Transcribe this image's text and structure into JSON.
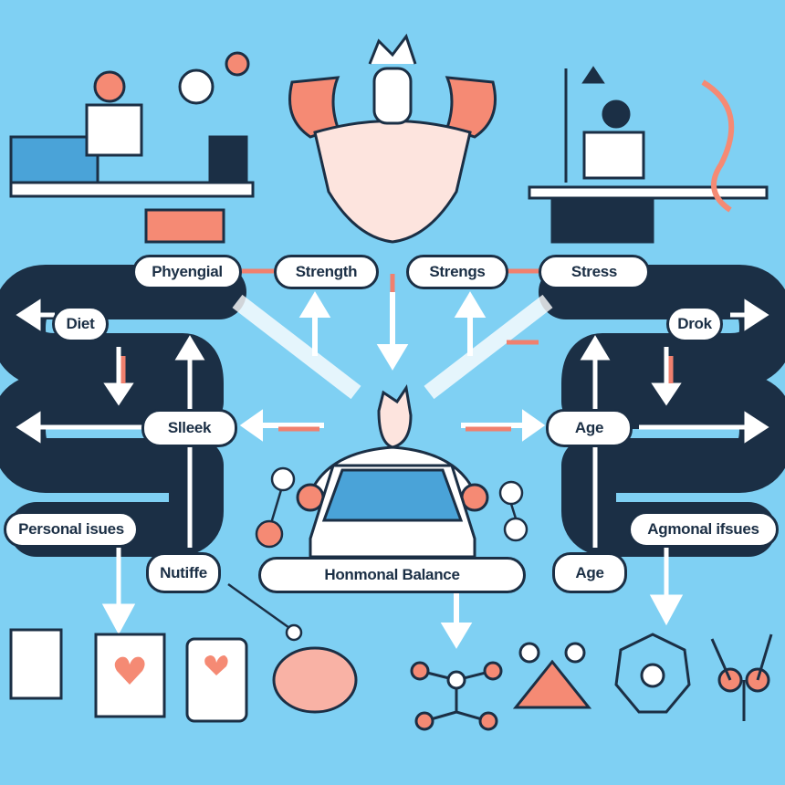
{
  "colors": {
    "background": "#7fd0f3",
    "navy": "#1b2f45",
    "coral": "#f0806e",
    "white": "#ffffff"
  },
  "labels": {
    "phyengial": "Phyengial",
    "strength": "Strength",
    "strengs": "Strengs",
    "stress": "Stress",
    "diet": "Diet",
    "drok": "Drok",
    "slleek": "Slleek",
    "age_mid": "Age",
    "personal_isues": "Personal isues",
    "agmonal_ifsues": "Agmonal ifsues",
    "nutiffe": "Nutiffe",
    "hormonal_balance": "Honmonal Balance",
    "age_bottom": "Age"
  }
}
